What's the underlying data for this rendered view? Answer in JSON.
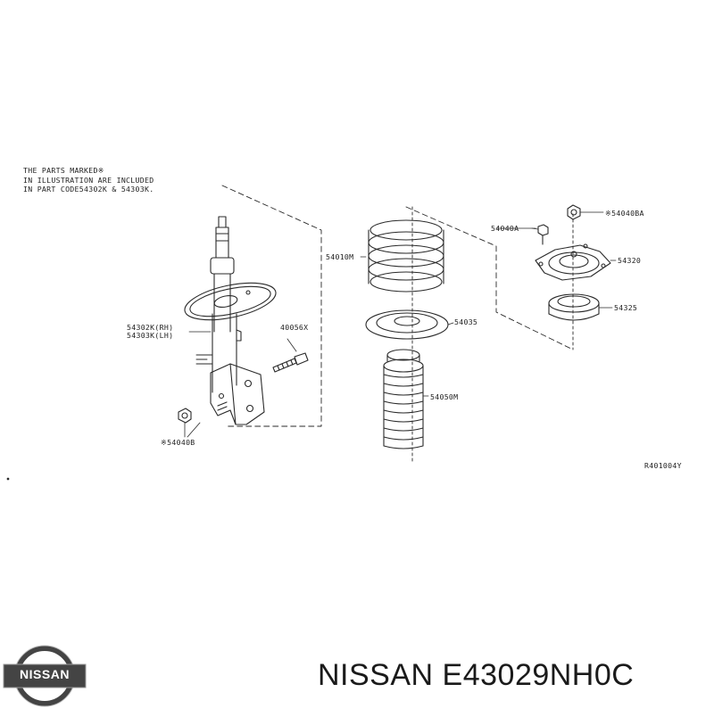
{
  "diagram": {
    "note_lines": [
      "THE PARTS MARKED※",
      "IN ILLUSTRATION ARE INCLUDED",
      "IN PART CODE54302K & 54303K."
    ],
    "labels": {
      "strut_rh": "54302K(RH)",
      "strut_lh": "54303K(LH)",
      "bolt": "40056X",
      "nut_bottom": "※54040B",
      "spring": "54010M",
      "spring_seat": "54035",
      "bump_boot": "54050M",
      "nut_a": "54040A",
      "nut_b": "※54040BA",
      "mount": "54320",
      "bearing": "54325",
      "ref_code": "R401004Y"
    }
  },
  "footer": {
    "brand": "NISSAN",
    "part_number": "NISSAN E43029NH0C"
  },
  "colors": {
    "line": "#2a2a2a",
    "logo_fill": "#444444"
  }
}
